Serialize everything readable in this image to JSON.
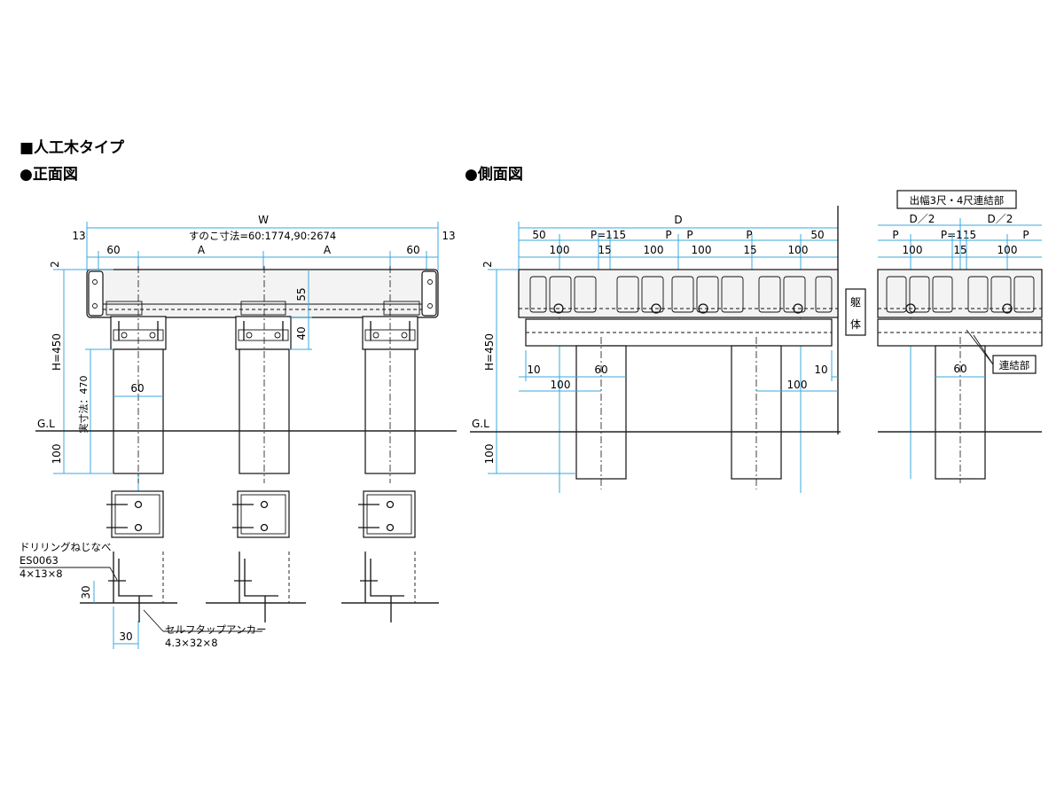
{
  "header": {
    "type_title": "■人工木タイプ",
    "front_title": "●正面図",
    "side_title": "●側面図"
  },
  "front": {
    "W": "W",
    "W_note": "すのこ寸法=60:1774,90:2674",
    "end_left": "13",
    "end_right": "13",
    "sixty_left": "60",
    "sixty_right": "60",
    "A1": "A",
    "A2": "A",
    "two": "2",
    "h450": "H=450",
    "d55": "55",
    "d40": "40",
    "d60": "60",
    "actual_len": "実寸法：470",
    "gl": "G.L",
    "d100": "100",
    "screw_label_1": "ドリリングねじなべ",
    "screw_label_2": "ES0063",
    "screw_label_3": "4×13×8",
    "anchor_label_1": "セルフタップアンカー",
    "anchor_label_2": "4.3×32×8",
    "d30_v": "30",
    "d30_h": "30"
  },
  "side": {
    "D": "D",
    "t50_left": "50",
    "tP115": "P=115",
    "tP_a": "P",
    "tP_b": "P",
    "tP_c": "P",
    "t50_right": "50",
    "t100_a": "100",
    "t15_a": "15",
    "t100_b": "100",
    "t100_c": "100",
    "t15_b": "15",
    "t100_d": "100",
    "two": "2",
    "h450": "H=450",
    "d10_left": "10",
    "d60": "60",
    "d10_right": "10",
    "d100_left": "100",
    "d100_right": "100",
    "gl": "G.L",
    "d100_bottom": "100",
    "wall_1": "躯",
    "wall_2": "体"
  },
  "joint": {
    "title": "出幅3尺・4尺連結部",
    "d2_left": "D／2",
    "d2_right": "D／2",
    "p_left": "P",
    "p115": "P=115",
    "p_right": "P",
    "t100_left": "100",
    "t15": "15",
    "t100_right": "100",
    "d60": "60",
    "renketsu": "連結部"
  }
}
